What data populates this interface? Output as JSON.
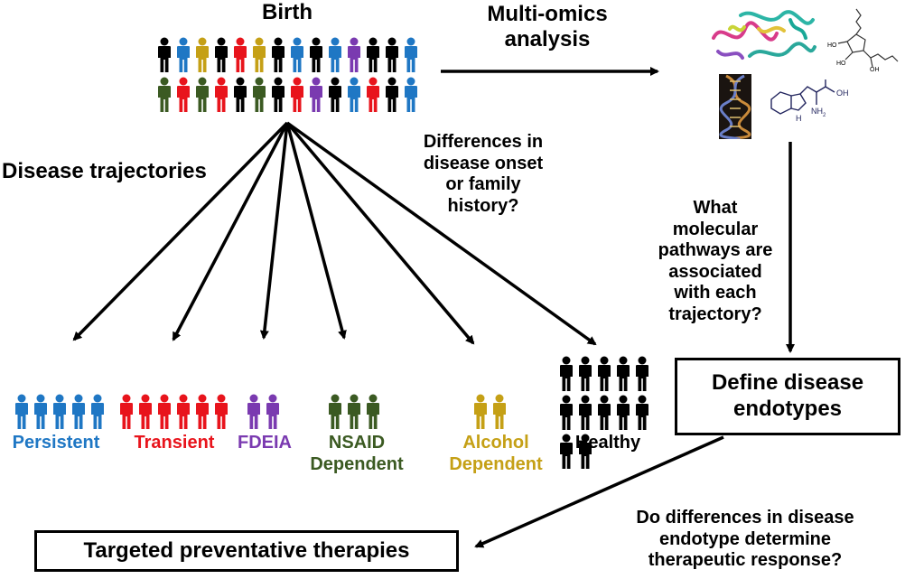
{
  "colors": {
    "blue": "#1f77c4",
    "red": "#e8141c",
    "purple": "#7a3ab0",
    "green": "#3b5a22",
    "gold": "#c5a016",
    "black": "#000000"
  },
  "top": {
    "birth": "Birth",
    "multiomics": [
      "Multi-omics",
      "analysis"
    ],
    "birth_row1": [
      "black",
      "blue",
      "gold",
      "black",
      "red",
      "gold",
      "black",
      "blue",
      "black",
      "blue",
      "purple",
      "black",
      "black",
      "blue"
    ],
    "birth_row2": [
      "green",
      "red",
      "green",
      "red",
      "black",
      "green",
      "black",
      "red",
      "purple",
      "black",
      "blue",
      "red",
      "black",
      "blue"
    ]
  },
  "labels": {
    "disease_trajectories": "Disease trajectories",
    "differences_onset": [
      "Differences in",
      "disease onset",
      "or family",
      "history?"
    ],
    "molecular_question": [
      "What",
      "molecular",
      "pathways are",
      "associated",
      "with each",
      "trajectory?"
    ],
    "therapeutic_question": [
      "Do differences in disease",
      "endotype determine",
      "therapeutic response?"
    ]
  },
  "groups": [
    {
      "id": "persistent",
      "label": [
        "Persistent"
      ],
      "color": "blue",
      "count": 5
    },
    {
      "id": "transient",
      "label": [
        "Transient"
      ],
      "color": "red",
      "count": 6
    },
    {
      "id": "fdeia",
      "label": [
        "FDEIA"
      ],
      "color": "purple",
      "count": 2
    },
    {
      "id": "nsaid",
      "label": [
        "NSAID",
        "Dependent"
      ],
      "color": "green",
      "count": 3
    },
    {
      "id": "alcohol",
      "label": [
        "Alcohol",
        "Dependent"
      ],
      "color": "gold",
      "count": 2
    },
    {
      "id": "healthy",
      "label": [
        "Healthy"
      ],
      "color": "black",
      "count": 12
    }
  ],
  "boxes": {
    "endotypes": [
      "Define disease",
      "endotypes"
    ],
    "therapies": "Targeted preventative therapies"
  },
  "molecules": {
    "tryptophan_oh": "OH",
    "tryptophan_nh2": "NH",
    "tryptophan_nh2_sub": "2",
    "tryptophan_h": "H",
    "prostaglandin_ho1": "HO",
    "prostaglandin_ho2": "HO",
    "prostaglandin_oh": "OH"
  }
}
